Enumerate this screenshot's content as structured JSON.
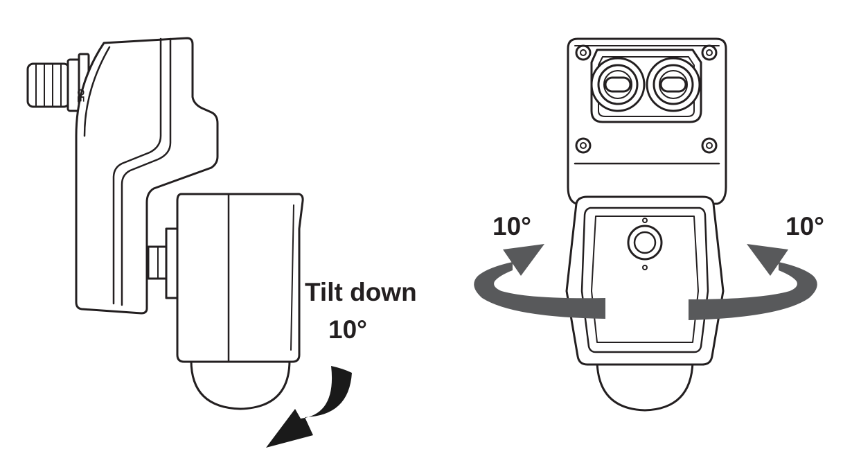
{
  "labels": {
    "tilt_text": "Tilt down",
    "tilt_angle": "10°",
    "rotate_left_angle": "10°",
    "rotate_right_angle": "10°",
    "ce_mark": "CE"
  },
  "colors": {
    "line": "#231f20",
    "arrow_gray": "#58595b",
    "arrow_black": "#1a1a1a",
    "background": "#ffffff"
  }
}
